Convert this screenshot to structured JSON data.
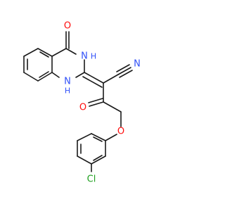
{
  "molecule": {
    "atoms": {
      "o_carbonyl_top": "O",
      "n_top": "N",
      "h_top": "H",
      "n_bottom": "N",
      "h_bottom": "H",
      "n_nitrile": "N",
      "o_ketone": "O",
      "o_ether": "O",
      "cl": "Cl"
    }
  },
  "colors": {
    "bond": "#1a1a1a",
    "oxygen": "#ff0d0d",
    "nitrogen": "#3050f8",
    "chlorine": "#1fa01f"
  }
}
